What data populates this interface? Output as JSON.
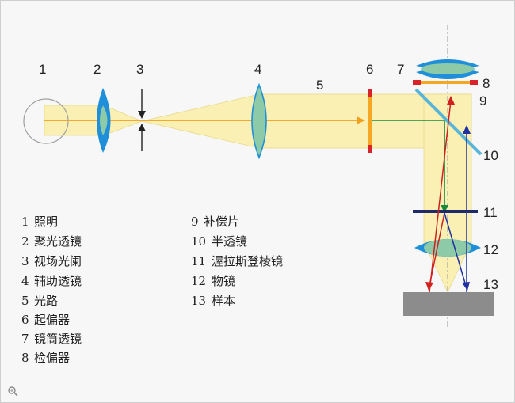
{
  "diagram": {
    "labels": [
      "1",
      "2",
      "3",
      "4",
      "5",
      "6",
      "7",
      "8",
      "9",
      "10",
      "11",
      "12",
      "13"
    ],
    "legend": [
      {
        "num": "1",
        "text": "照明"
      },
      {
        "num": "2",
        "text": "聚光透镜"
      },
      {
        "num": "3",
        "text": "视场光阑"
      },
      {
        "num": "4",
        "text": "辅助透镜"
      },
      {
        "num": "5",
        "text": "光路"
      },
      {
        "num": "6",
        "text": "起偏器"
      },
      {
        "num": "7",
        "text": "镜筒透镜"
      },
      {
        "num": "8",
        "text": "检偏器"
      },
      {
        "num": "9",
        "text": "补偿片"
      },
      {
        "num": "10",
        "text": "半透镜"
      },
      {
        "num": "11",
        "text": "渥拉斯登棱镜"
      },
      {
        "num": "12",
        "text": "物镜"
      },
      {
        "num": "13",
        "text": "样本"
      }
    ],
    "colors": {
      "beam": "#faf0b4",
      "beam_edge": "#e8d98c",
      "arrow_orange": "#f0a020",
      "lens_blue": "#1e8fd8",
      "lens_green": "#8ccaa8",
      "polarizer_red": "#d8232a",
      "polarizer_orange": "#f5a623",
      "analyzer_navy": "#1f2a6b",
      "ray_red": "#d02020",
      "ray_green": "#1a8a3a",
      "ray_blue": "#2030a0",
      "specimen_gray": "#8c8c8c",
      "axis_gray": "#9a9a9a"
    },
    "zoom_icon": "magnifier-icon"
  }
}
